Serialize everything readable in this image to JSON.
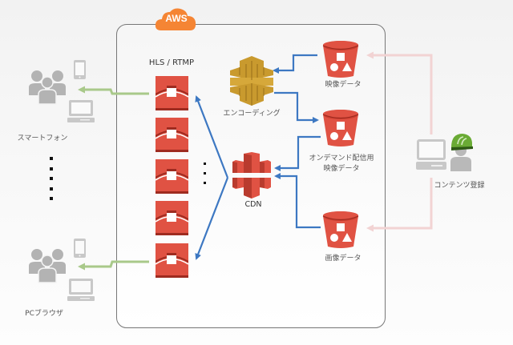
{
  "cloud": {
    "badge": "AWS",
    "badge_color": "#f58534"
  },
  "streaming": {
    "protocol_label": "HLS / RTMP",
    "server_count_visible": 5,
    "server_color": "#e05243"
  },
  "services": {
    "encoding_label": "エンコーディング",
    "cdn_label": "CDN",
    "video_data_label": "映像データ",
    "vod_data_label_line1": "オンデマンド配信用",
    "vod_data_label_line2": "映像データ",
    "image_data_label": "画像データ"
  },
  "clients": {
    "smartphone_label": "スマートフォン",
    "pc_label": "PCブラウザ"
  },
  "publisher": {
    "label": "コンテンツ登録",
    "helmet_color": "#6aab35"
  },
  "colors": {
    "flow_arrow": "#3d78c2",
    "delivery_arrow": "#a9c98a",
    "upload_arrow": "#f2d3d3",
    "encoder": "#c99a2e",
    "bucket": "#e05243"
  }
}
